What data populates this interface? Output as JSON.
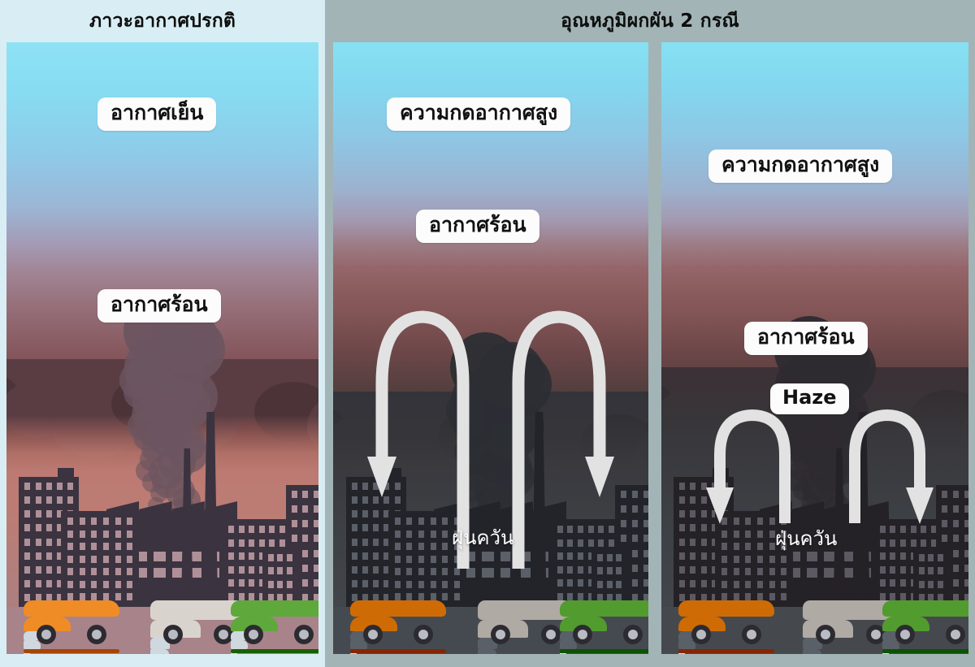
{
  "sections": {
    "left": {
      "heading": "ภาวะอากาศปรกติ",
      "bg_color": "#d8eef4"
    },
    "right": {
      "heading": "อุณหภูมิผกผัน 2 กรณี",
      "bg_color": "#a2b4b6"
    }
  },
  "panels": [
    {
      "id": "normal-conditions",
      "labels": [
        {
          "text": "อากาศเย็น",
          "style": "pill"
        },
        {
          "text": "อากาศร้อน",
          "style": "pill"
        }
      ],
      "arrows": [],
      "scene": {
        "sky_top_color": "#8fe2f4",
        "sky_mid_color": "#a08392",
        "sky_bottom_color": "#4a2e31",
        "haze_color": "#bd7a72",
        "road_color": "#a8838a",
        "building_color": "#3b3340",
        "window_color": "#b09098",
        "smoke_color": "#6c5560"
      }
    },
    {
      "id": "inversion-case-1",
      "labels": [
        {
          "text": "ความกดอากาศสูง",
          "style": "pill"
        },
        {
          "text": "อากาศร้อน",
          "style": "pill"
        },
        {
          "text": "ฝุ่นควัน",
          "style": "plain"
        }
      ],
      "arrows": [
        {
          "shape": "arch-down-left",
          "color": "#e3e3e3"
        },
        {
          "shape": "arch-down-right",
          "color": "#e3e3e3"
        }
      ],
      "scene": {
        "sky_top_color": "#86e0f2",
        "sky_mid_color": "#94656a",
        "sky_bottom_color": "#303134",
        "haze_color": "#3a3a3f",
        "road_color": "#454a50",
        "building_color": "#22242a",
        "window_color": "#5a5f68",
        "smoke_color": "#2c2e34"
      }
    },
    {
      "id": "inversion-case-2",
      "labels": [
        {
          "text": "ความกดอากาศสูง",
          "style": "pill"
        },
        {
          "text": "อากาศร้อน",
          "style": "pill"
        },
        {
          "text": "Haze",
          "style": "pill"
        },
        {
          "text": "ฝุ่นควัน",
          "style": "plain"
        }
      ],
      "arrows": [
        {
          "shape": "arch-down-left",
          "color": "#e3e3e3"
        },
        {
          "shape": "arch-down-right",
          "color": "#e3e3e3"
        }
      ],
      "scene": {
        "sky_top_color": "#86e0f2",
        "sky_mid_color": "#8b5b5c",
        "sky_bottom_color": "#343336",
        "haze_color": "#3f3a3c",
        "road_color": "#45494e",
        "building_color": "#242127",
        "window_color": "#5c5962",
        "smoke_color": "#2e2b30"
      }
    }
  ],
  "vehicles": [
    {
      "name": "orange-sedan",
      "color": "#f08c26"
    },
    {
      "name": "silver-suv",
      "color": "#d9d3cd"
    },
    {
      "name": "green-sedan",
      "color": "#5fa83b"
    }
  ]
}
